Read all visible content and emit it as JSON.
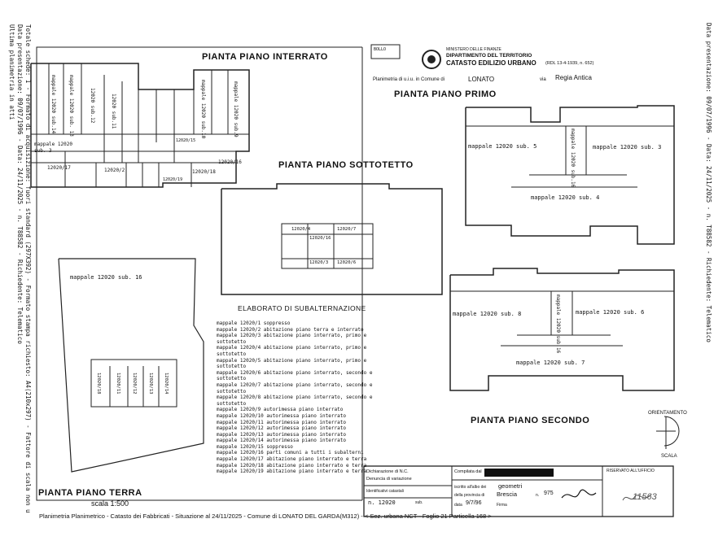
{
  "side_left": {
    "line1": "Ultima planimetria in atti",
    "line2": "Data presentazione: 09/07/1996 - Data: 24/11/2025 - n. T88582 - Richiedente: Telematico",
    "line3": "Totale schede: 1 - Formato di acquisizione: fuori standard (297X392) - Formato stampa richiesto: A4(210x297) - Fattore di scala non utilizzabile"
  },
  "side_right": {
    "line1": "Data presentazione: 09/07/1996 - Data: 24/11/2025 - n. T88582 - Richiedente: Telematico"
  },
  "bottom_line": "Planimetria Planimetrico - Catasto dei Fabbricati - Situazione al 24/11/2025 - Comune di LONATO DEL GARDA(M312) - < Sez. urbana NCT - Foglio 21 Particella 168 >",
  "header": {
    "stamp": "BOLLO",
    "ministry": "MINISTERO DELLE FINANZE",
    "department": "DIPARTIMENTO DEL TERRITORIO",
    "catasto": "CATASTO EDILIZIO URBANO",
    "rdl": "(RDL 13-4-1939, n. 652)",
    "planimetria": "Planimetria di u.i.u. in Comune di",
    "comune": "LONATO",
    "via_label": "via",
    "via": "Regia Antica"
  },
  "plans": {
    "interrato": "PIANTA PIANO INTERRATO",
    "primo": "PIANTA PIANO PRIMO",
    "sottotetto": "PIANTA PIANO SOTTOTETTO",
    "secondo": "PIANTA PIANO SECONDO",
    "terra": "PIANTA PIANO TERRA",
    "scala": "scala 1:500"
  },
  "interrato_labels": {
    "left_sub14": "mappale 12020 sub.14",
    "left_sub13": "mappale 12020 sub. 13",
    "left_sub12": "12020 sub.12",
    "left_sub11": "12020 sub.11",
    "right_sub10": "mappale 12020 sub.10",
    "right_sub9": "mappale 12020 sub.9",
    "mappale_sub3": "mappale 12020",
    "sub3": "sub. 3",
    "r1": "12020/17",
    "r2": "12020/2",
    "r3": "12020/18",
    "r4": "12020/16",
    "r5": "12020/19",
    "r6": "12020/15"
  },
  "primo_labels": {
    "sub5": "mappale 12020 sub. 5",
    "sub3": "mappale 12020 sub. 3",
    "sub4": "mappale 12020 sub. 4",
    "sub16": "mappale 12020 sub.16"
  },
  "secondo_labels": {
    "sub8": "mappale 12020 sub. 8",
    "sub6": "mappale 12020 sub. 6",
    "sub7": "mappale 12020 sub. 7",
    "sub16": "mappale 12020 sub.16"
  },
  "sottotetto_labels": {
    "a": "12020/4",
    "b": "12020/7",
    "c": "12020/16",
    "d": "12020/3",
    "e": "12020/6"
  },
  "terra_labels": {
    "sub16": "mappale 12020 sub. 16",
    "g1": "12020/18",
    "g2": "12020/11",
    "g3": "12020/12",
    "g4": "12020/13",
    "g5": "12020/14"
  },
  "elaborato": {
    "title": "ELABORATO DI SUBALTERNAZIONE",
    "rows": [
      "mappale 12020/1  soppresso",
      "mappale 12020/2  abitazione piano terra e interrato",
      "mappale 12020/3  abitazione piano interrato, primo e sottotetto",
      "mappale 12020/4  abitazione piano interrato, primo e sottotetto",
      "mappale 12020/5  abitazione piano interrato, primo e sottotetto",
      "mappale 12020/6  abitazione piano interrato, secondo e sottotetto",
      "mappale 12020/7  abitazione piano interrato, secondo e sottotetto",
      "mappale 12020/8  abitazione piano interrato, secondo e sottotetto",
      "mappale 12020/9  autorimessa piano interrato",
      "mappale 12020/10  autorimessa piano interrato",
      "mappale 12020/11  autorimessa piano interrato",
      "mappale 12020/12  autorimessa piano interrato",
      "mappale 12020/13  autorimessa piano interrato",
      "mappale 12020/14  autorimessa piano interrato",
      "mappale 12020/15  soppresso",
      "mappale 12020/16  parti comuni a tutti i subalterni",
      "mappale 12020/17  abitazione piano interrato e terra",
      "mappale 12020/18  abitazione piano interrato e terra",
      "mappale 12020/19  abitazione piano interrato e terra"
    ]
  },
  "orientamento": "ORIENTAMENTO",
  "scala": "SCALA",
  "cartiglio": {
    "dichiarazione": "Dichiarazione di N.C.",
    "denuncia": "Denuncia di variazione",
    "identificativi": "Identificativi catastali",
    "foglio": "n. 12020",
    "sub": "sub.",
    "compilata": "Compilata dal",
    "titolo": "geometri",
    "iscritto": "iscritto all'albo dei",
    "provincia_label": "della provincia di",
    "provincia": "Brescia",
    "n_label": "n.",
    "numero": "975",
    "data_label": "data",
    "data": "9/7/96",
    "firma": "Firma",
    "riservato": "RISERVATO ALL'UFFICIO",
    "handwritten": "11563"
  }
}
